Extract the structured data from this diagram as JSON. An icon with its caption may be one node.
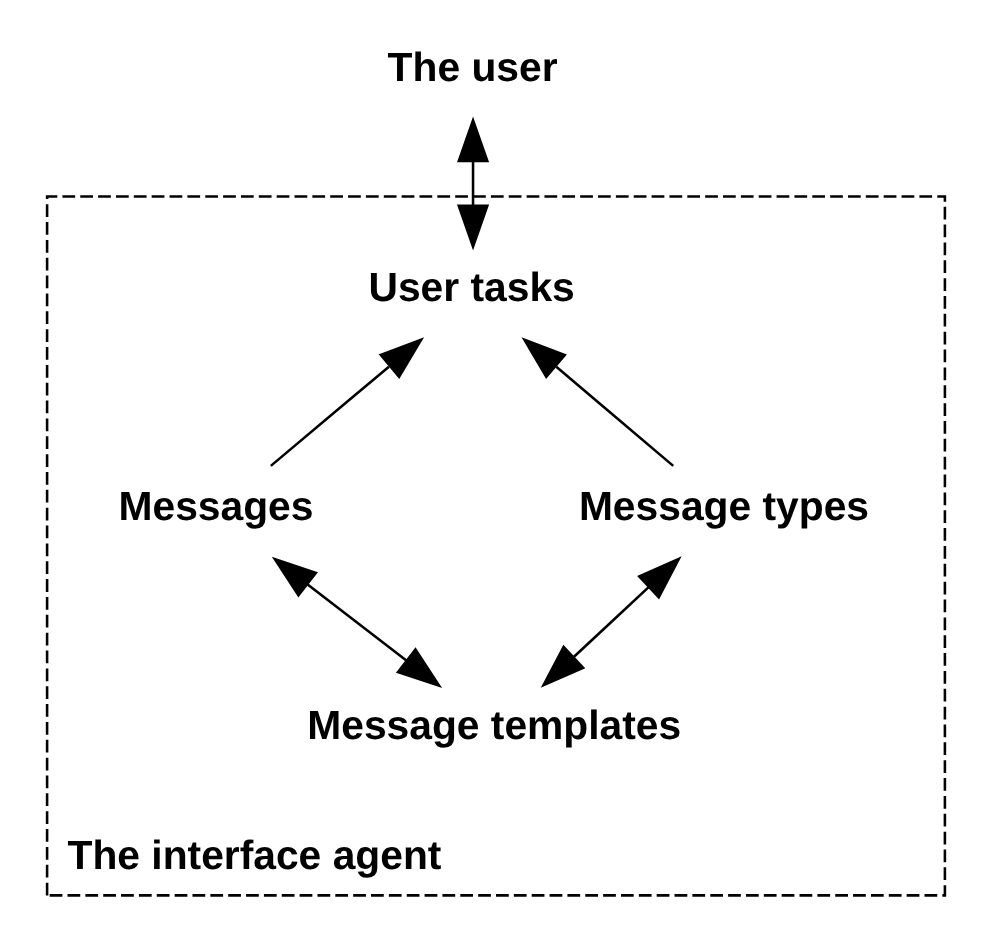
{
  "diagram": {
    "nodes": [
      {
        "text": [
          "The user"
        ]
      },
      {
        "text": [
          "The interface agent"
        ]
      },
      {
        "text": [
          "User tasks"
        ],
        "in": 1
      },
      {
        "text": [
          "Messages"
        ],
        "in": 1
      },
      {
        "text": [
          "Message types"
        ],
        "in": 1
      },
      {
        "text": [
          "Message templates"
        ],
        "in": 1
      }
    ],
    "edges": [
      {
        "from": 2,
        "to": 0,
        "arrow": "both"
      },
      {
        "from": 3,
        "to": 2,
        "arrow": "to"
      },
      {
        "from": 4,
        "to": 2,
        "arrow": "to"
      },
      {
        "from": 5,
        "to": 3,
        "arrow": "both"
      },
      {
        "from": 5,
        "to": 4,
        "arrow": "both"
      }
    ]
  }
}
